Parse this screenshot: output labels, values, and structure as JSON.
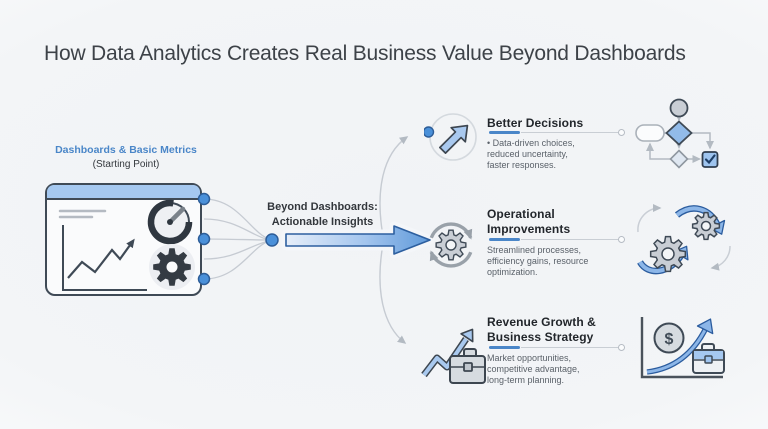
{
  "title": "How Data Analytics Creates Real Business Value Beyond Dashboards",
  "source": {
    "label": "Dashboards & Basic Metrics",
    "sublabel": "(Starting Point)"
  },
  "flow_label": "Beyond Dashboards:\nActionable Insights",
  "outcomes": [
    {
      "title": "Better Decisions",
      "description": "• Data-driven choices,\nreduced uncertainty,\nfaster responses.",
      "icon": "arrow-up-right-icon",
      "illustration": "flowchart-icon"
    },
    {
      "title": "Operational\nImprovements",
      "description": "Streamlined processes,\nefficiency gains, resource\noptimization.",
      "icon": "gear-cycle-icon",
      "illustration": "gears-sync-icon"
    },
    {
      "title": "Revenue Growth &\nBusiness Strategy",
      "description": "Market opportunities,\ncompetitive advantage,\nlong-term planning.",
      "icon": "growth-briefcase-icon",
      "illustration": "chart-dollar-growth-icon"
    }
  ],
  "icons": {
    "dollar_sign": "$"
  },
  "colors": {
    "background": "#f3f5f7",
    "accent_blue": "#4a86c8",
    "fill_blue": "#a6c8ee",
    "dot_blue": "#4a90d9",
    "outline_dark": "#3f4a56",
    "heading_text": "#22262b",
    "body_text": "#5a6169",
    "connector_gray": "#c6cbd2"
  }
}
